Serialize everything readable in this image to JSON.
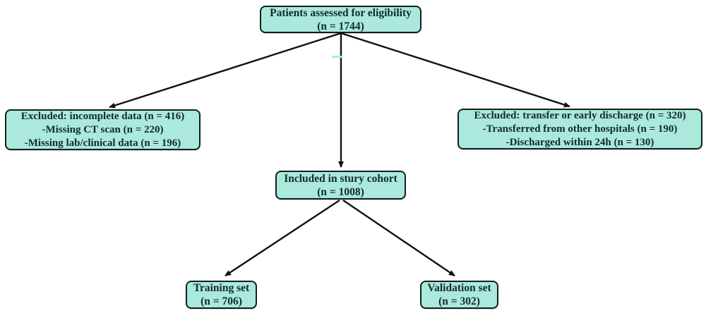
{
  "diagram": {
    "boxes": {
      "eligibility": {
        "line1": "Patients assessed for eligibility",
        "line2": "(n = 1744)"
      },
      "excluded_incomplete": {
        "line1": "Excluded: incomplete data (n = 416)",
        "line2": "-Missing CT scan (n = 220)",
        "line3": "-Missing lab/clinical data (n = 196)"
      },
      "excluded_transfer": {
        "line1": "Excluded: transfer or early discharge (n = 320)",
        "line2": "-Transferred from other hospitals (n = 190)",
        "line3": "-Discharged within 24h (n = 130)"
      },
      "included": {
        "line1": "Included in stury cohort",
        "line2": "(n = 1008)"
      },
      "training": {
        "line1": "Training set",
        "line2": "(n = 706)"
      },
      "validation": {
        "line1": "Validation set",
        "line2": "(n = 302)"
      }
    },
    "colors": {
      "box_fill": "#aae9dc",
      "box_border": "#0e201f",
      "text": "#132b29",
      "arrow": "#101010",
      "artifact": "#a8ece2"
    }
  }
}
